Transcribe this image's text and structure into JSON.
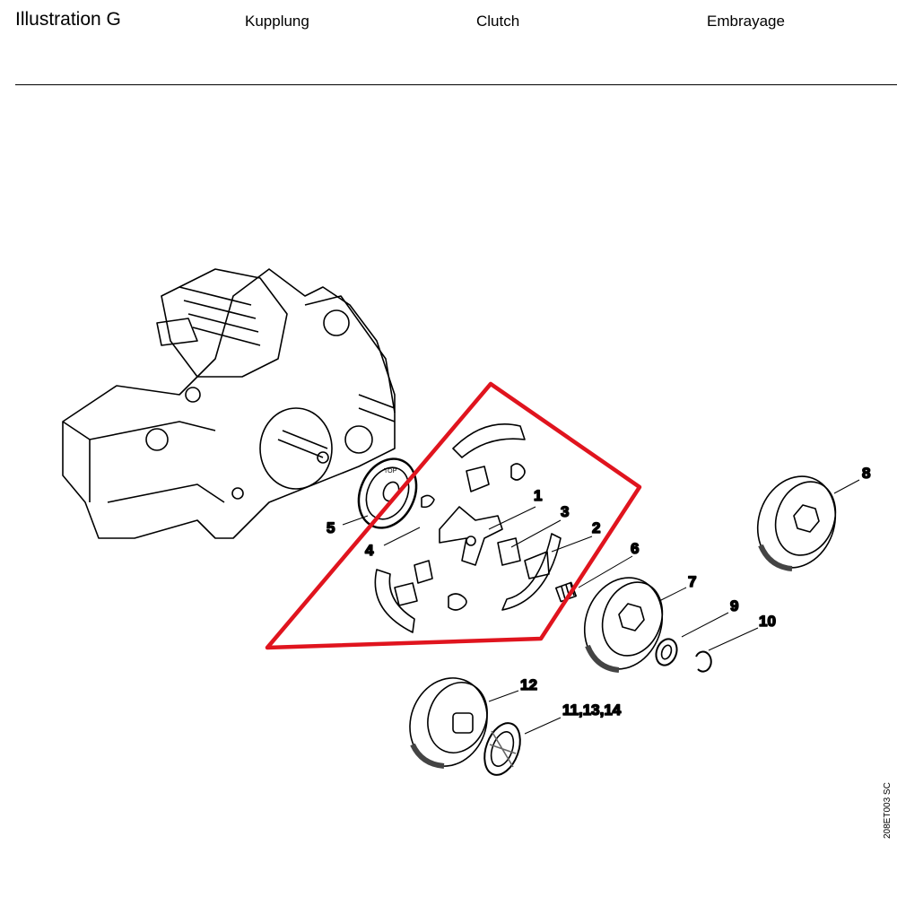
{
  "header": {
    "title": "Illustration  G",
    "german": "Kupplung",
    "english": "Clutch",
    "french": "Embrayage"
  },
  "part_labels": [
    "1",
    "2",
    "3",
    "4",
    "5",
    "6",
    "7",
    "8",
    "9",
    "10",
    "11,13,14",
    "12"
  ],
  "washer_marking": "TOP",
  "drawing_code": "208ET003 SC",
  "highlight_color": "#e0141e"
}
